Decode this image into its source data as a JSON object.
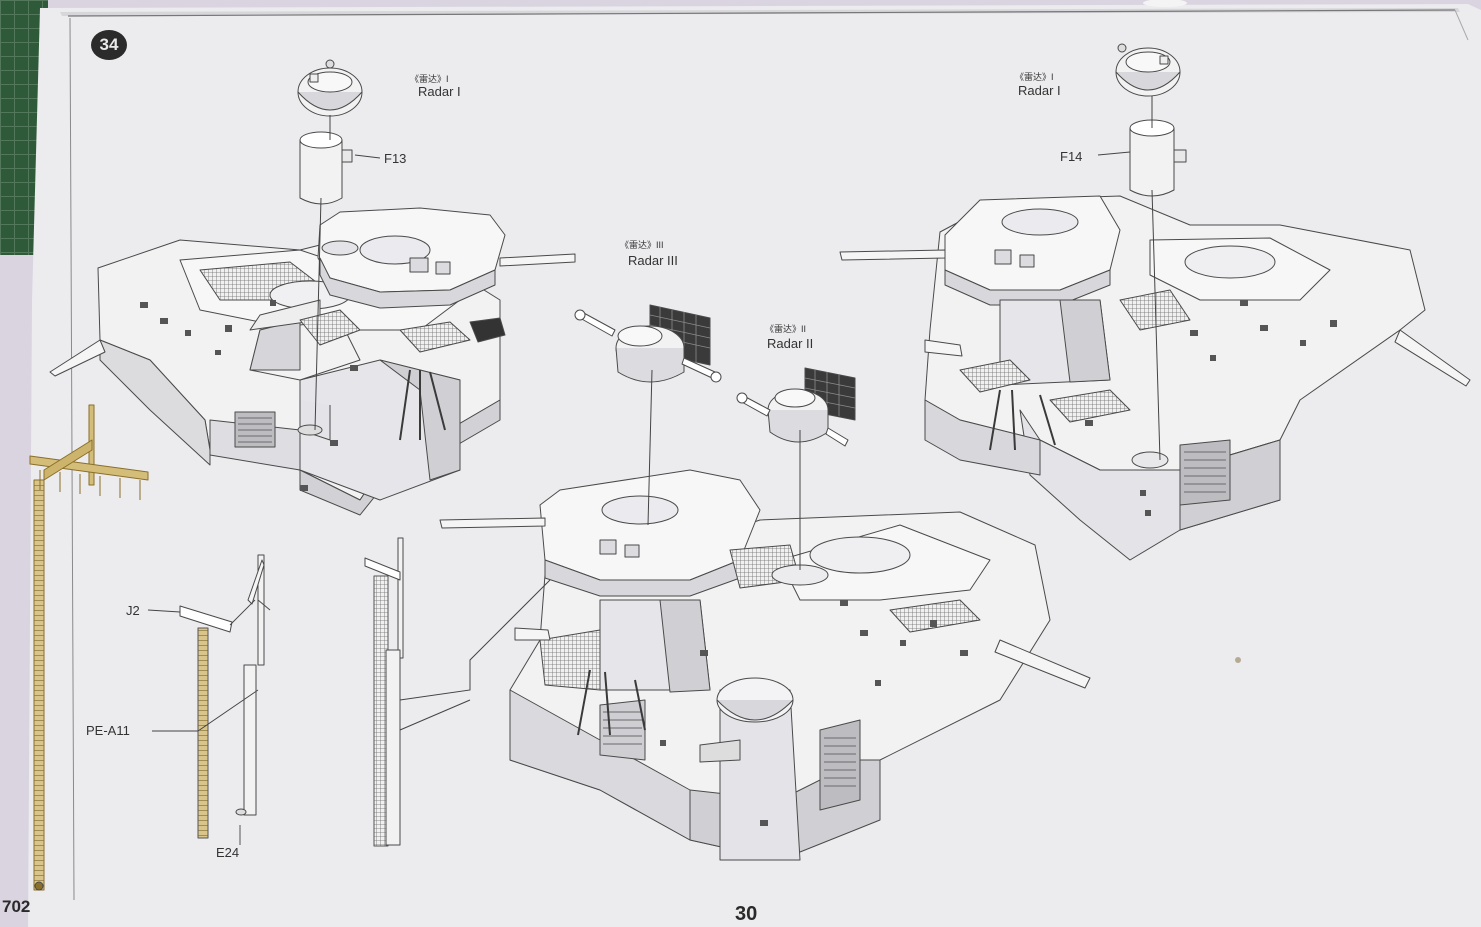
{
  "page": {
    "step_number": "34",
    "page_number": "30",
    "kit_number_fragment": "702"
  },
  "callouts": {
    "radar1_left_cn": "《雷达》I",
    "radar1_left_en": "Radar I",
    "part_f13": "F13",
    "radar3_cn": "《雷达》III",
    "radar3_en": "Radar III",
    "radar2_cn": "《雷达》II",
    "radar2_en": "Radar II",
    "radar1_right_cn": "《雷达》I",
    "radar1_right_en": "Radar I",
    "part_f14": "F14",
    "part_j2": "J2",
    "part_pe_a11": "PE-A11",
    "part_e24": "E24"
  },
  "colors": {
    "paper": "#ecebee",
    "line_art": "#4a4a4a",
    "part_fill": "#f2f2f2",
    "shadow_tone": "#b9b9bd",
    "brass": "#b89a4e",
    "step_badge": "#2b2b2b"
  }
}
